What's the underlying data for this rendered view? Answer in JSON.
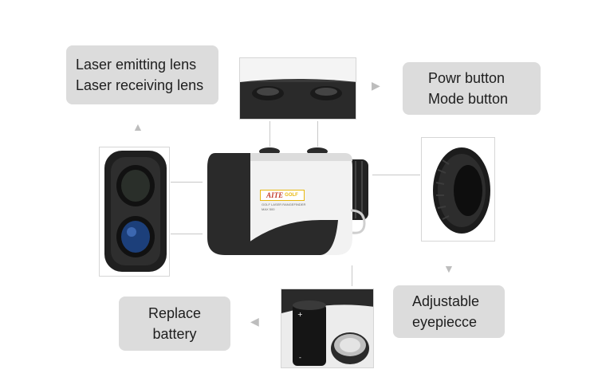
{
  "labels": {
    "lens": {
      "line1": "Laser emitting lens",
      "line2": "Laser receiving lens"
    },
    "buttons": {
      "line1": "Powr button",
      "line2": "Mode button"
    },
    "battery": {
      "line1": "Replace",
      "line2": "battery"
    },
    "eyepiece": {
      "line1": "Adjustable",
      "line2": "eyepiecce"
    }
  },
  "device": {
    "brand": "AITE",
    "brand_suffix": "GOLF",
    "model_text": "GOLF LASER RANGEFINDER",
    "model_sub": "MAX 500"
  },
  "arrows": {
    "up": "▲",
    "right": "▶",
    "down": "▼",
    "left": "◀"
  },
  "colors": {
    "label_bg": "#dcdcdc",
    "device_dark": "#2a2a2a",
    "device_light": "#f2f2f2",
    "brand": "#e8b80f"
  }
}
